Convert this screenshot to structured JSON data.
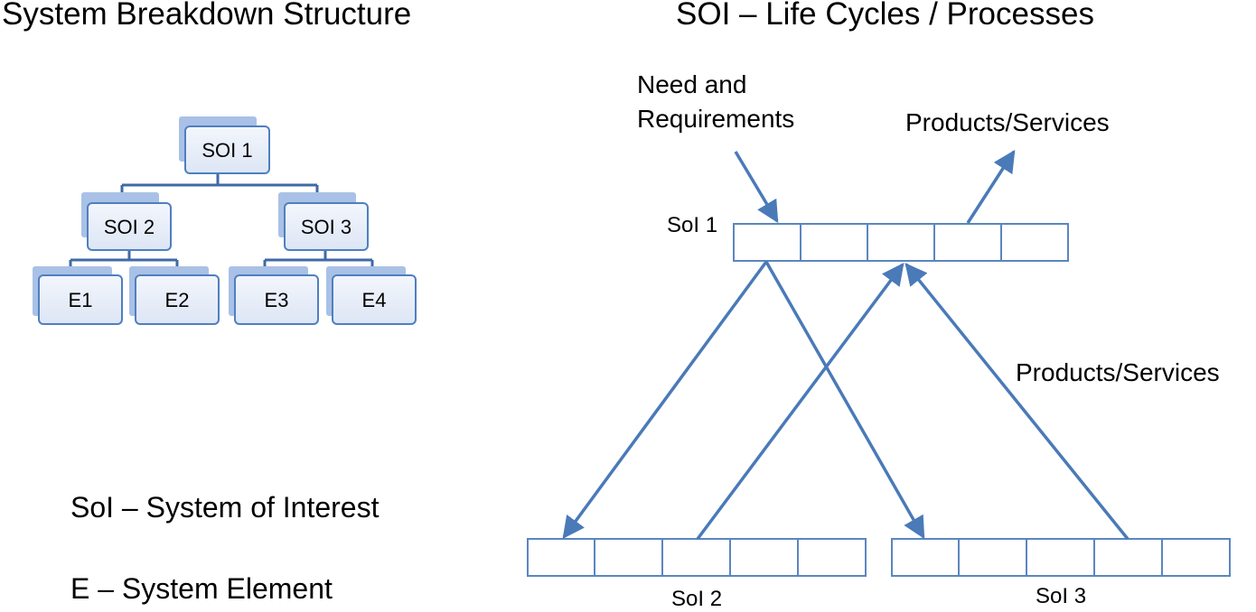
{
  "titles": {
    "left": "System Breakdown Structure",
    "right": "SOI – Life Cycles / Processes"
  },
  "tree": {
    "root": "SOI 1",
    "level2": [
      "SOI 2",
      "SOI 3"
    ],
    "leaves": [
      "E1",
      "E2",
      "E3",
      "E4"
    ]
  },
  "legend": {
    "soi": "SoI – System of Interest",
    "element": "E – System Element"
  },
  "lifecycle": {
    "need_label": "Need and\nRequirements",
    "products_top": "Products/Services",
    "products_right": "Products/Services",
    "sol1": "SoI 1",
    "sol2": "SoI 2",
    "sol3": "SoI 3"
  },
  "colors": {
    "line": "#4a7ab8",
    "box_border": "#5b86bf",
    "node_fill_top": "#e6edf8",
    "node_shadow": "#9fb8e0"
  }
}
